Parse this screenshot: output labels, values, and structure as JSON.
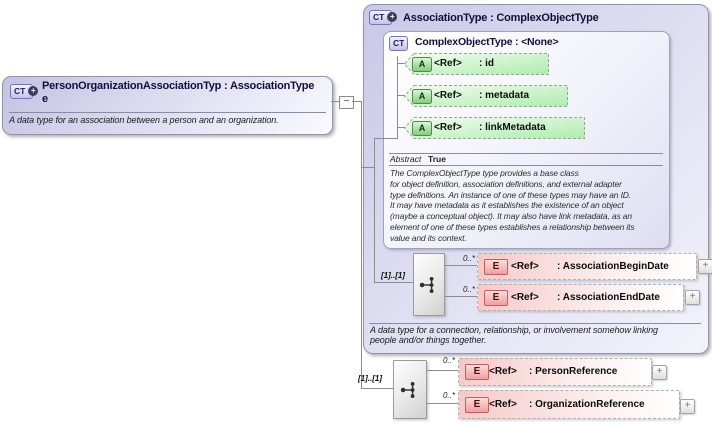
{
  "palette": {
    "type_box_fill": "#c8c8e8",
    "attribute_fill": "#b2eeb2",
    "element_fill": "#f6c8c8",
    "connector_line": "#8c8c8c",
    "title_text": "#10103a"
  },
  "glyphs": {
    "collapse": "−",
    "expand": "+",
    "ct_badge": "CT",
    "ct_plus": "+",
    "attribute_badge": "A",
    "element_badge": "E"
  },
  "left_box": {
    "title_lines": [
      "PersonOrganizationAssociationTyp : AssociationType",
      "e"
    ],
    "annotation": "A data type for an association between a person and an organization."
  },
  "association_box": {
    "title": "AssociationType : ComplexObjectType",
    "annotation_lines": [
      "A data type for a connection, relationship, or involvement somehow linking",
      "people and/or things together."
    ],
    "base_box": {
      "title": "ComplexObjectType : <None>",
      "attributes": [
        {
          "ref": "<Ref>",
          "name": ": id"
        },
        {
          "ref": "<Ref>",
          "name": ": metadata"
        },
        {
          "ref": "<Ref>",
          "name": ": linkMetadata"
        }
      ],
      "abstract_label": "Abstract",
      "abstract_value": "True",
      "doc_lines": [
        "The ComplexObjectType type provides a base class",
        "for object definition, association definitions, and external adapter",
        "type definitions. An instance of one of these types may have an ID.",
        "It may have metadata as it establishes the existence of an object",
        "(maybe a conceptual object). It may also have link metadata, as an",
        "element of one of these types establishes a relationship between its",
        "value and its context."
      ]
    },
    "sequence": {
      "cardinality": "[1]..[1]",
      "elements": [
        {
          "ref": "<Ref>",
          "name": ": AssociationBeginDate",
          "occurs": "0..*"
        },
        {
          "ref": "<Ref>",
          "name": ": AssociationEndDate",
          "occurs": "0..*"
        }
      ]
    }
  },
  "extension_sequence": {
    "cardinality": "[1]..[1]",
    "elements": [
      {
        "ref": "<Ref>",
        "name": ": PersonReference",
        "occurs": "0..*"
      },
      {
        "ref": "<Ref>",
        "name": ": OrganizationReference",
        "occurs": "0..*"
      }
    ]
  }
}
